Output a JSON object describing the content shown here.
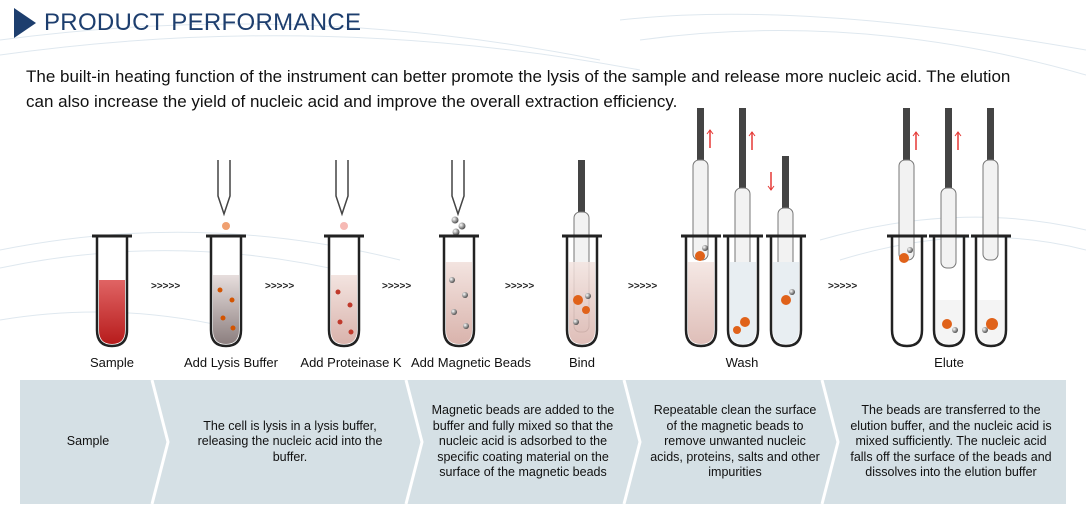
{
  "header": {
    "title": "PRODUCT PERFORMANCE"
  },
  "intro": {
    "text": "The built-in heating function of the instrument can better promote the lysis of the sample and release more nucleic acid. The elution can also increase the yield of nucleic acid and improve the overall extraction efficiency."
  },
  "arrows": {
    "glyph": ">>>>>"
  },
  "steps": [
    {
      "label": "Sample"
    },
    {
      "label": "Add Lysis Buffer"
    },
    {
      "label": "Add Proteinase K"
    },
    {
      "label": "Add Magnetic Beads"
    },
    {
      "label": "Bind"
    },
    {
      "label": "Wash"
    },
    {
      "label": "Elute"
    }
  ],
  "panel": {
    "boxes": [
      {
        "text": "Sample"
      },
      {
        "text": "The cell is lysis in a lysis buffer, releasing the nucleic acid into the buffer."
      },
      {
        "text": "Magnetic beads are added to the buffer and fully mixed so that the nucleic acid is adsorbed to the specific coating material on the surface of the magnetic beads"
      },
      {
        "text": "Repeatable clean the surface of the magnetic beads to remove unwanted nucleic acids, proteins, salts and other impurities"
      },
      {
        "text": "The beads are transferred to the elution buffer, and the nucleic acid is mixed sufficiently. The nucleic acid falls off the surface of the beads and dissolves into the elution buffer"
      }
    ]
  },
  "colors": {
    "brand": "#1d3e6e",
    "panel": "#d5e0e5",
    "sample": "#c62828",
    "bead": "#e0621a",
    "arrow_up": "#e53935"
  }
}
